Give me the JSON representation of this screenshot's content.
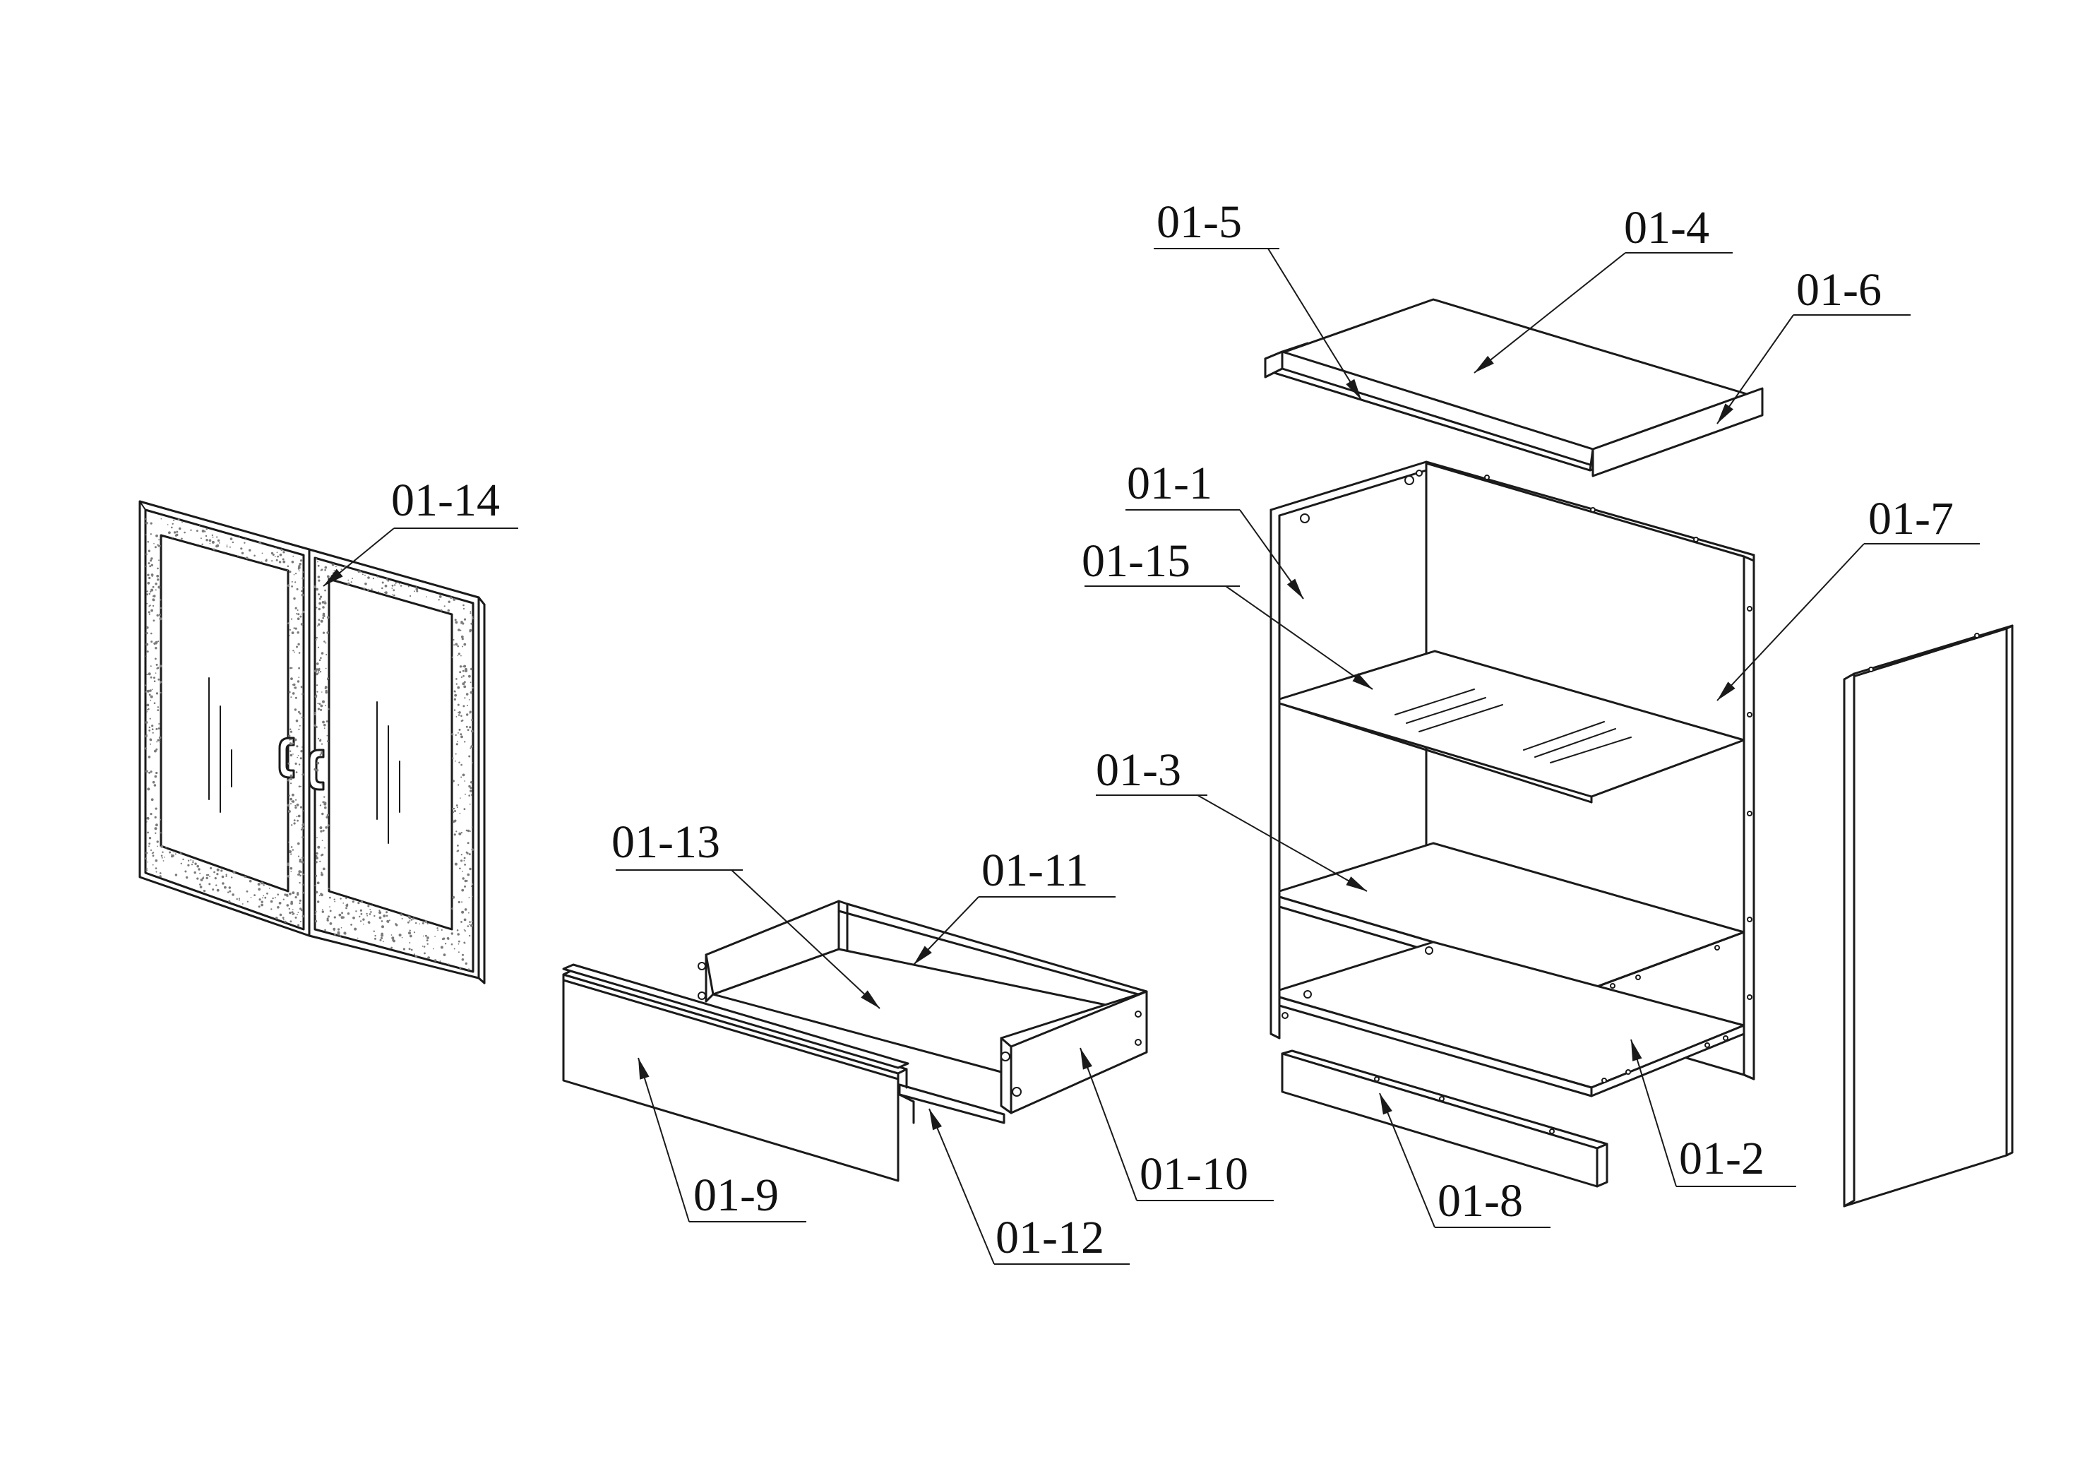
{
  "diagram": {
    "labels": [
      {
        "id": "p01-1",
        "text": "01-1"
      },
      {
        "id": "p01-2",
        "text": "01-2"
      },
      {
        "id": "p01-3",
        "text": "01-3"
      },
      {
        "id": "p01-4",
        "text": "01-4"
      },
      {
        "id": "p01-5",
        "text": "01-5"
      },
      {
        "id": "p01-6",
        "text": "01-6"
      },
      {
        "id": "p01-7",
        "text": "01-7"
      },
      {
        "id": "p01-8",
        "text": "01-8"
      },
      {
        "id": "p01-9",
        "text": "01-9"
      },
      {
        "id": "p01-10",
        "text": "01-10"
      },
      {
        "id": "p01-11",
        "text": "01-11"
      },
      {
        "id": "p01-12",
        "text": "01-12"
      },
      {
        "id": "p01-13",
        "text": "01-13"
      },
      {
        "id": "p01-14",
        "text": "01-14"
      },
      {
        "id": "p01-15",
        "text": "01-15"
      }
    ]
  }
}
